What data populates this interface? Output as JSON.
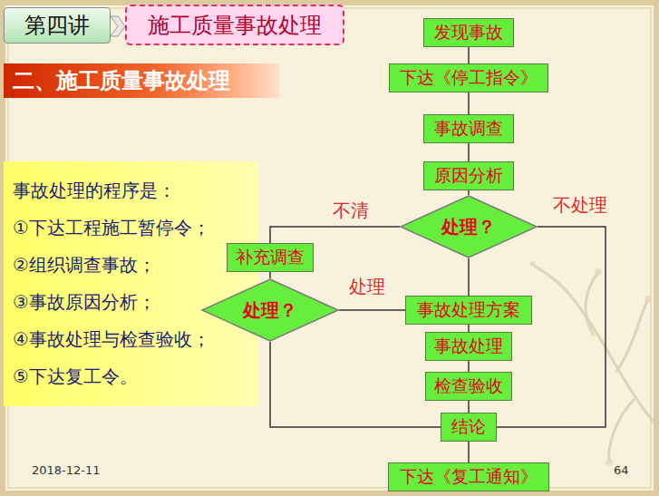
{
  "diagram": {
    "nodes": [
      {
        "text": [
          "第四讲"
        ]
      },
      {
        "text": [
          "施工质量事故处理"
        ]
      },
      {
        "text": [
          "二、施工质量事故处理"
        ]
      },
      {
        "text": [
          "事故处理的程序是：",
          "①下达工程施工暂停令；",
          "②组织调查事故；",
          "③事故原因分析；",
          "④事故处理与检查验收；",
          "⑤下达复工令。"
        ]
      },
      {
        "text": [
          "发现事故"
        ]
      },
      {
        "text": [
          "下达《停工指令》"
        ]
      },
      {
        "text": [
          "事故调查"
        ]
      },
      {
        "text": [
          "原因分析"
        ]
      },
      {
        "text": [
          "处理？"
        ]
      },
      {
        "text": [
          "补充调查"
        ]
      },
      {
        "text": [
          "处理？"
        ]
      },
      {
        "text": [
          "事故处理方案"
        ]
      },
      {
        "text": [
          "事故处理"
        ]
      },
      {
        "text": [
          "检查验收"
        ]
      },
      {
        "text": [
          "结论"
        ]
      },
      {
        "text": [
          "下达《复工通知》"
        ]
      }
    ],
    "edges": [
      {
        "from": 4,
        "to": 5,
        "arrow": "none"
      },
      {
        "from": 5,
        "to": 6,
        "arrow": "none"
      },
      {
        "from": 6,
        "to": 7,
        "arrow": "none"
      },
      {
        "from": 7,
        "to": 8,
        "arrow": "none"
      },
      {
        "from": 8,
        "to": 9,
        "label": "不清",
        "arrow": "none"
      },
      {
        "from": 9,
        "to": 10,
        "arrow": "none"
      },
      {
        "from": 10,
        "to": 11,
        "label": "处理",
        "arrow": "none"
      },
      {
        "from": 10,
        "to": 14,
        "arrow": "none"
      },
      {
        "from": 8,
        "to": 11,
        "arrow": "none"
      },
      {
        "from": 8,
        "to": 14,
        "label": "不处理",
        "arrow": "none"
      },
      {
        "from": 11,
        "to": 12,
        "arrow": "none"
      },
      {
        "from": 12,
        "to": 13,
        "arrow": "none"
      },
      {
        "from": 13,
        "to": 14,
        "arrow": "none"
      },
      {
        "from": 14,
        "to": 15,
        "arrow": "none"
      }
    ],
    "labels": [
      "2018-12-11",
      "64"
    ]
  }
}
